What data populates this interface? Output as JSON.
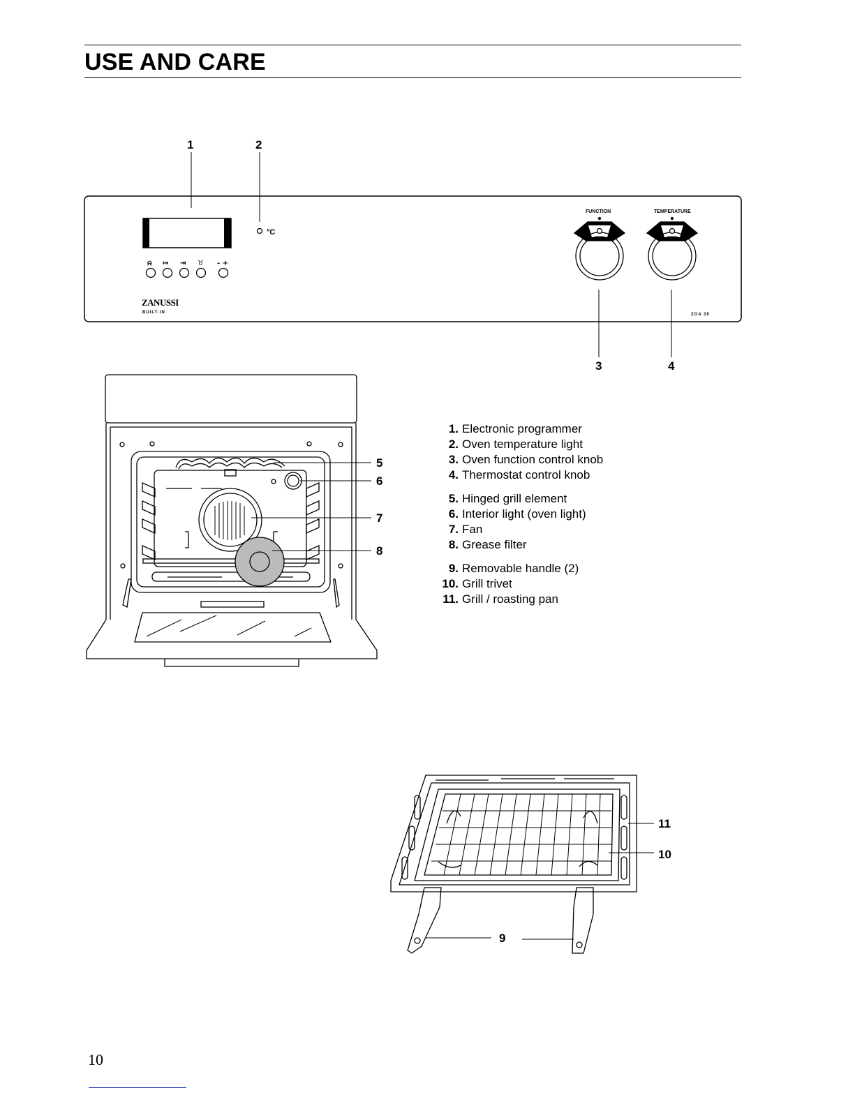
{
  "header": {
    "title": "USE AND CARE"
  },
  "control_panel": {
    "callouts": [
      "1",
      "2",
      "3",
      "4"
    ],
    "temp_light_symbol": "°C",
    "programmer_button_symbols": [
      "⍾",
      "↦",
      "⇥",
      "♉",
      "- +"
    ],
    "knob_labels": {
      "function": "FUNCTION",
      "temperature": "TEMPERATURE"
    },
    "brand": "ZANUSSI",
    "brand_sub": "BUILT-IN",
    "model": "ZOA 35"
  },
  "oven_callouts": [
    "5",
    "6",
    "7",
    "8"
  ],
  "pan_callouts": [
    "11",
    "10",
    "9"
  ],
  "legend": {
    "groups": [
      [
        {
          "num": "1.",
          "text": "Electronic programmer"
        },
        {
          "num": "2.",
          "text": "Oven temperature light"
        },
        {
          "num": "3.",
          "text": "Oven function control knob"
        },
        {
          "num": "4.",
          "text": "Thermostat control knob"
        }
      ],
      [
        {
          "num": "5.",
          "text": "Hinged grill element"
        },
        {
          "num": "6.",
          "text": "Interior light (oven light)"
        },
        {
          "num": "7.",
          "text": "Fan"
        },
        {
          "num": "8.",
          "text": "Grease filter"
        }
      ],
      [
        {
          "num": "9.",
          "text": "Removable handle (2)"
        },
        {
          "num": "10.",
          "text": "Grill trivet"
        },
        {
          "num": "11.",
          "text": "Grill / roasting pan"
        }
      ]
    ]
  },
  "footer": {
    "page_number": "10"
  }
}
